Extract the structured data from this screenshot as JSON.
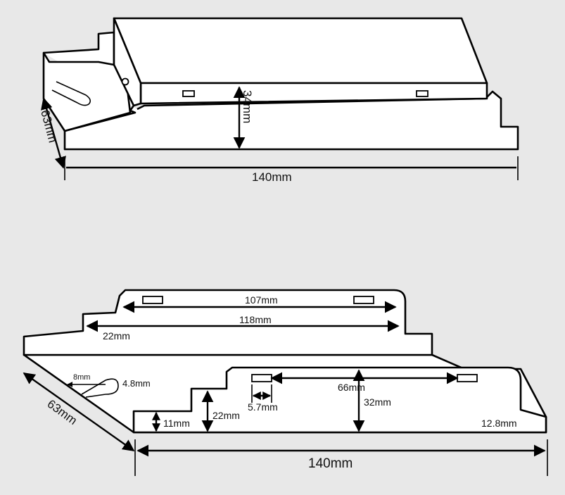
{
  "top_view": {
    "height_label": "34mm",
    "depth_label": "63mm",
    "length_label": "140mm"
  },
  "bottom_view": {
    "slot_span_label": "107mm",
    "step_span_label": "118mm",
    "step_label": "22mm",
    "slot_width_label": "8mm",
    "slot_height_label": "4.8mm",
    "depth_label": "63mm",
    "inner_span_label": "66mm",
    "tab_label": "5.7mm",
    "step1_label": "11mm",
    "step2_label": "22mm",
    "inner_height_label": "32mm",
    "edge_label": "12.8mm",
    "length_label": "140mm"
  },
  "colors": {
    "background": "#e8e8e8",
    "line": "#000000",
    "fill": "#ffffff"
  }
}
